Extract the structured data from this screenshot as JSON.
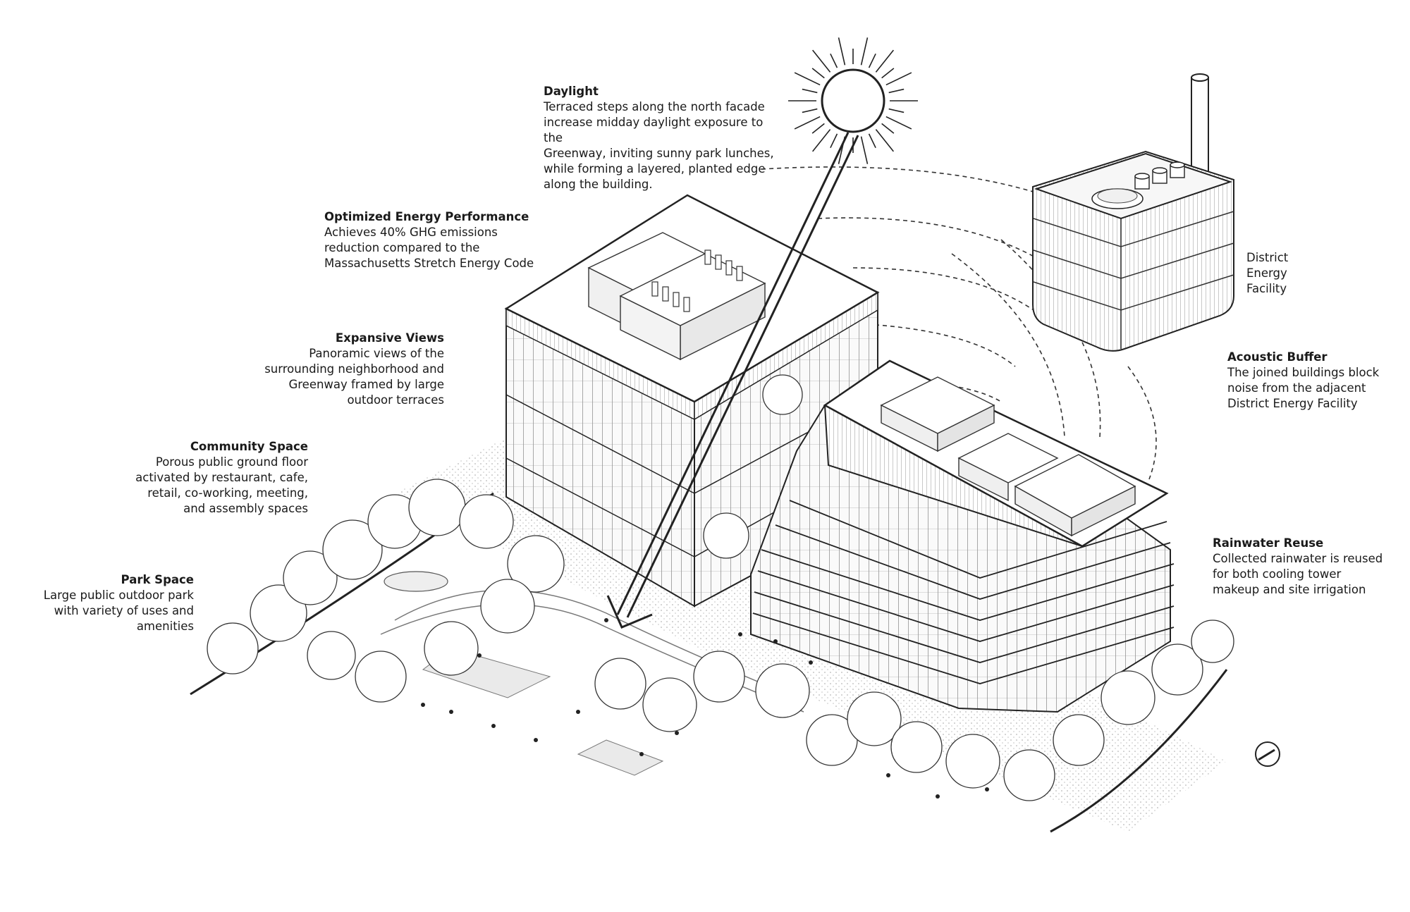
{
  "annotations": {
    "daylight": {
      "title": "Daylight",
      "lines": [
        "Terraced steps along the north facade",
        "increase midday daylight exposure to the",
        "Greenway, inviting sunny park lunches,",
        "while forming a layered, planted edge",
        "along the building."
      ]
    },
    "energy": {
      "title": "Optimized Energy Performance",
      "lines": [
        "Achieves 40% GHG emissions",
        "reduction compared to the",
        "Massachusetts Stretch Energy Code"
      ]
    },
    "views": {
      "title": "Expansive Views",
      "lines": [
        "Panoramic views of the",
        "surrounding neighborhood and",
        "Greenway framed by large",
        "outdoor terraces"
      ]
    },
    "community": {
      "title": "Community Space",
      "lines": [
        "Porous public ground floor",
        "activated by restaurant, cafe,",
        "retail, co-working, meeting,",
        "and assembly spaces"
      ]
    },
    "park": {
      "title": "Park Space",
      "lines": [
        "Large public outdoor park",
        "with variety of uses and",
        "amenities"
      ]
    },
    "acoustic": {
      "title": "Acoustic Buffer",
      "lines": [
        "The joined buildings block",
        "noise from the adjacent",
        "District Energy Facility"
      ]
    },
    "rainwater": {
      "title": "Rainwater Reuse",
      "lines": [
        "Collected rainwater is reused",
        "for both cooling tower",
        "makeup and site irrigation"
      ]
    }
  },
  "facility_label": [
    "District",
    "Energy",
    "Facility"
  ],
  "icons": {
    "sun": "sun-icon",
    "north": "north-arrow-icon"
  },
  "colors": {
    "line": "#222222",
    "light_fill": "#f2f2f2",
    "mid_fill": "#e4e4e4",
    "paper": "#ffffff"
  }
}
